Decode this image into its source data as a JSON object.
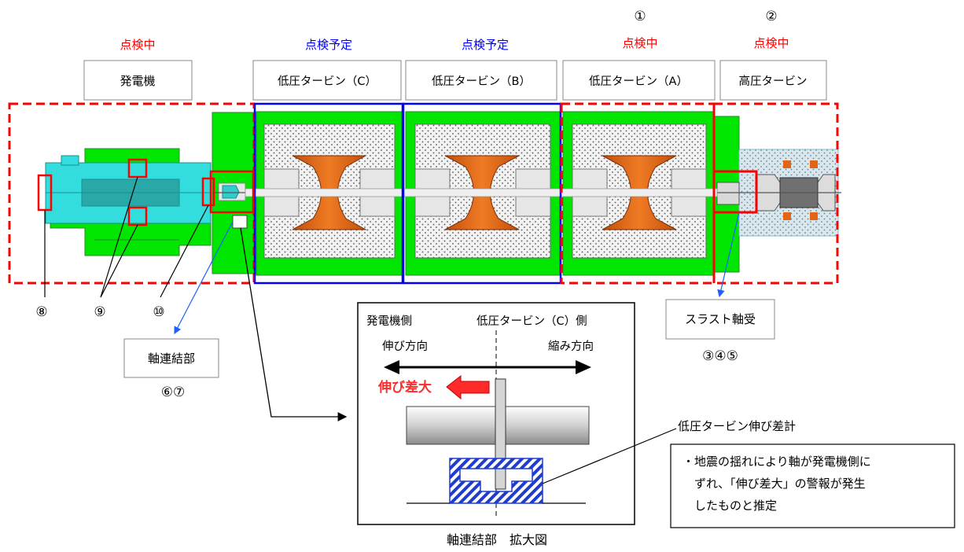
{
  "header": {
    "status_generator": "点検中",
    "status_lp_c": "点検予定",
    "status_lp_b": "点検予定",
    "status_lp_a": "点検中",
    "status_hp": "点検中",
    "marker_lp_a": "①",
    "marker_hp": "②"
  },
  "sections": {
    "generator": "発電機",
    "lp_c": "低圧タービン（C）",
    "lp_b": "低圧タービン（B）",
    "lp_a": "低圧タービン（A）",
    "hp": "高圧タービン"
  },
  "callouts": {
    "marker_8": "⑧",
    "marker_9": "⑨",
    "marker_10": "⑩",
    "coupling_label": "軸連結部",
    "coupling_markers": "⑥⑦",
    "thrust_label": "スラスト軸受",
    "thrust_markers": "③④⑤"
  },
  "detail": {
    "left_side": "発電機側",
    "right_side": "低圧タービン（C）側",
    "expansion_dir": "伸び方向",
    "contraction_dir": "縮み方向",
    "large_diff": "伸び差大",
    "caption": "軸連結部　拡大図"
  },
  "note": {
    "gauge_label": "低圧タービン伸び差計",
    "line1": "・地震の揺れにより軸が発電機側に",
    "line2": "ずれ、「伸び差大」の警報が発生",
    "line3": "したものと推定"
  },
  "colors": {
    "status_active": "#ff0000",
    "status_planned": "#0000ff",
    "casing_green": "#00e600",
    "generator_cyan": "#33dddd",
    "blade_orange": "#e36414",
    "hatch_blue": "#1f3ccc"
  }
}
